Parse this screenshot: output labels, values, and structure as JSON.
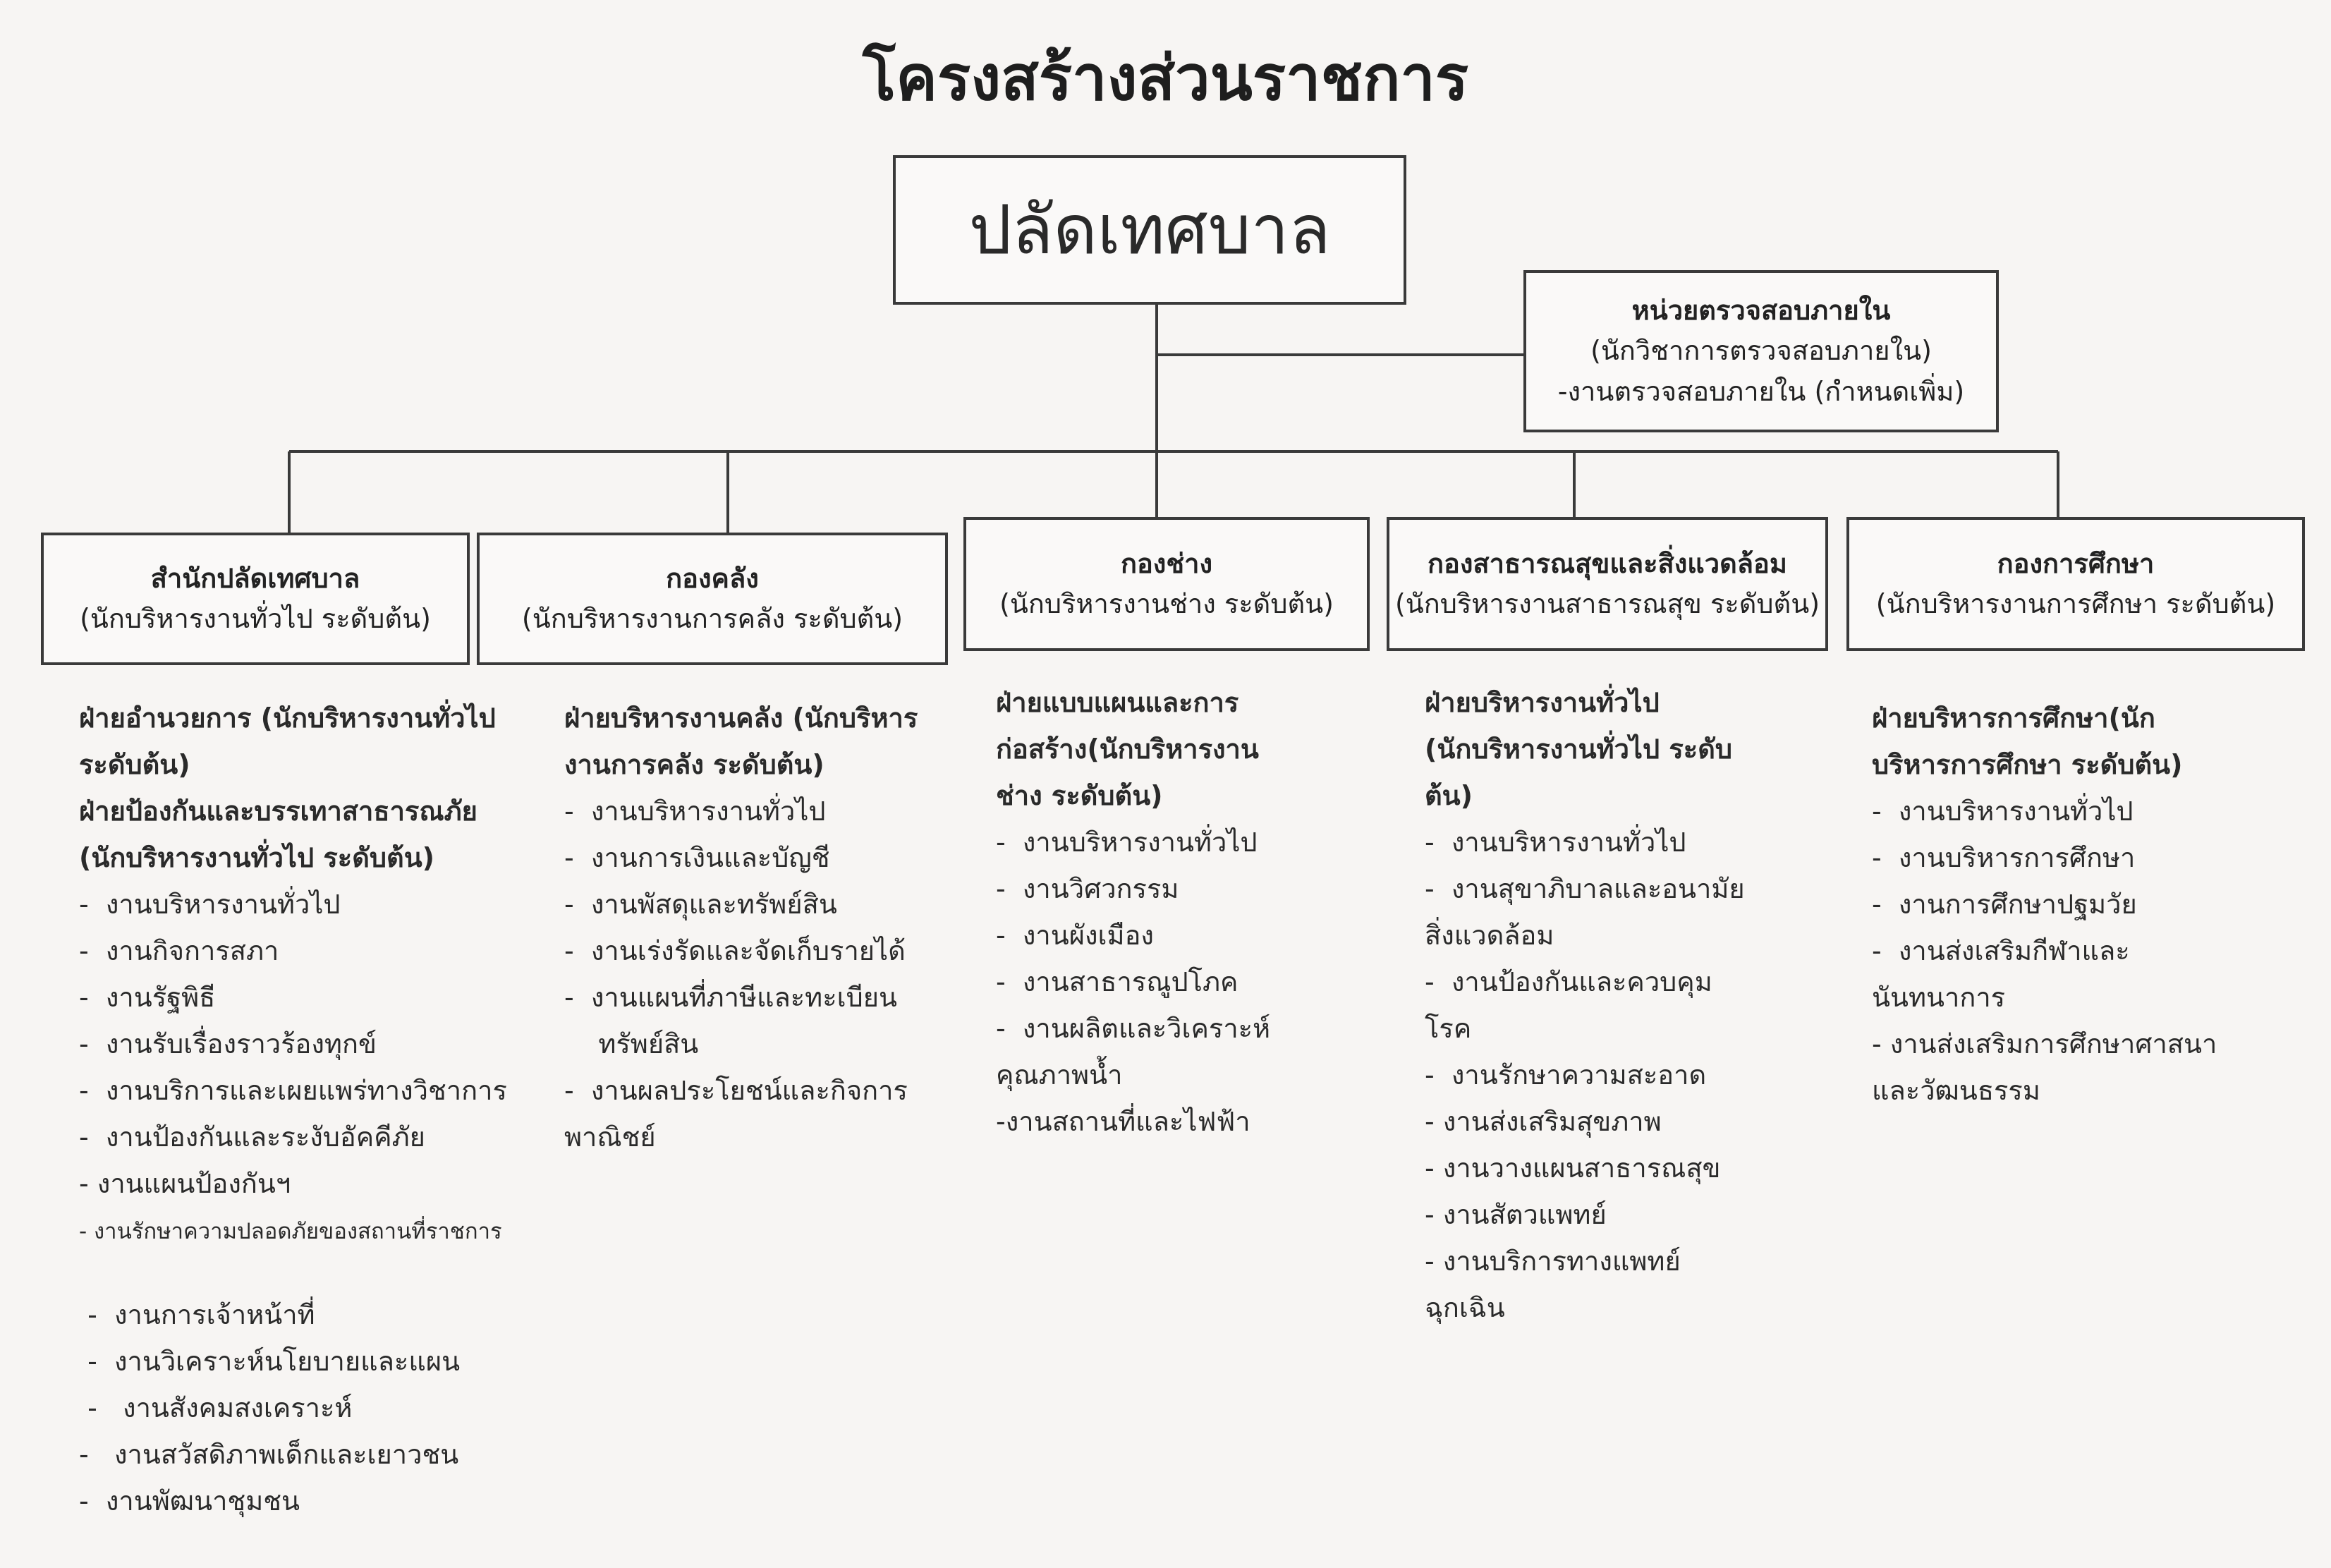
{
  "title": "โครงสร้างส่วนราชการ",
  "top": {
    "label": "ปลัดเทศบาล"
  },
  "audit": {
    "head": "หน่วยตรวจสอบภายใน",
    "line1": "(นักวิชาการตรวจสอบภายใน)",
    "line2": "-งานตรวจสอบภายใน (กำหนดเพิ่ม)"
  },
  "departments": [
    {
      "head": "สำนักปลัดเทศบาล",
      "sub": "(นักบริหารงานทั่วไป ระดับต้น)"
    },
    {
      "head": "กองคลัง",
      "sub": "(นักบริหารงานการคลัง  ระดับต้น)"
    },
    {
      "head": "กองช่าง",
      "sub": "(นักบริหารงานช่าง ระดับต้น)"
    },
    {
      "head": "กองสาธารณสุขและสิ่งแวดล้อม",
      "sub": "(นักบริหารงานสาธารณสุข ระดับต้น)"
    },
    {
      "head": "กองการศึกษา",
      "sub": "(นักบริหารงานการศึกษา ระดับต้น)"
    }
  ],
  "col1": {
    "h1": "ฝ่ายอำนวยการ (นักบริหารงานทั่วไป",
    "h2": "ระดับต้น)",
    "h3": "ฝ่ายป้องกันและบรรเทาสาธารณภัย",
    "h4": "(นักบริหารงานทั่วไป ระดับต้น)",
    "items": [
      "-  งานบริหารงานทั่วไป",
      "-  งานกิจการสภา",
      "-  งานรัฐพิธี",
      "-  งานรับเรื่องราวร้องทุกข์",
      "-  งานบริการและเผยแพร่ทางวิชาการ",
      "-  งานป้องกันและระงับอัคคีภัย",
      "- งานแผนป้องกันฯ"
    ],
    "small": "- งานรักษาความปลอดภัยของสถานที่ราชการ",
    "items2": [
      " -  งานการเจ้าหน้าที่",
      " -  งานวิเคราะห์นโยบายและแผน",
      " -   งานสังคมสงเคราะห์",
      "-   งานสวัสดิภาพเด็กและเยาวชน",
      "-  งานพัฒนาชุมชน"
    ]
  },
  "col2": {
    "h1": "ฝ่ายบริหารงานคลัง (นักบริหาร",
    "h2": "งานการคลัง ระดับต้น)",
    "items": [
      "-  งานบริหารงานทั่วไป",
      "-  งานการเงินและบัญชี",
      "-  งานพัสดุและทรัพย์สิน",
      "-  งานเร่งรัดและจัดเก็บรายได้",
      "-  งานแผนที่ภาษีและทะเบียน",
      "    ทรัพย์สิน",
      "-  งานผลประโยชน์และกิจการ",
      "พาณิชย์"
    ]
  },
  "col3": {
    "h1": "ฝ่ายแบบแผนและการ",
    "h2": "ก่อสร้าง(นักบริหารงาน",
    "h3": "ช่าง ระดับต้น)",
    "items": [
      "-  งานบริหารงานทั่วไป",
      "-  งานวิศวกรรม",
      "-  งานผังเมือง",
      "-  งานสาธารณูปโภค",
      "-  งานผลิตและวิเคราะห์",
      "คุณภาพน้ำ",
      "-งานสถานที่และไฟฟ้า"
    ]
  },
  "col4": {
    "h1": "ฝ่ายบริหารงานทั่วไป",
    "h2": "(นักบริหารงานทั่วไป ระดับ",
    "h3": "ต้น)",
    "items": [
      "-  งานบริหารงานทั่วไป",
      "-  งานสุขาภิบาลและอนามัย",
      "สิ่งแวดล้อม",
      "-  งานป้องกันและควบคุม",
      "โรค",
      "-  งานรักษาความสะอาด",
      "- งานส่งเสริมสุขภาพ",
      "- งานวางแผนสาธารณสุข",
      "- งานสัตวแพทย์",
      "- งานบริการทางแพทย์",
      "ฉุกเฉิน"
    ]
  },
  "col5": {
    "h1": "ฝ่ายบริหารการศึกษา(นัก",
    "h2": "บริหารการศึกษา ระดับต้น)",
    "items": [
      "-  งานบริหารงานทั่วไป",
      "-  งานบริหารการศึกษา",
      "-  งานการศึกษาปฐมวัย",
      "-  งานส่งเสริมกีฬาและ",
      "นันทนาการ",
      "- งานส่งเสริมการศึกษาศาสนา",
      "และวัฒนธรรม"
    ]
  }
}
